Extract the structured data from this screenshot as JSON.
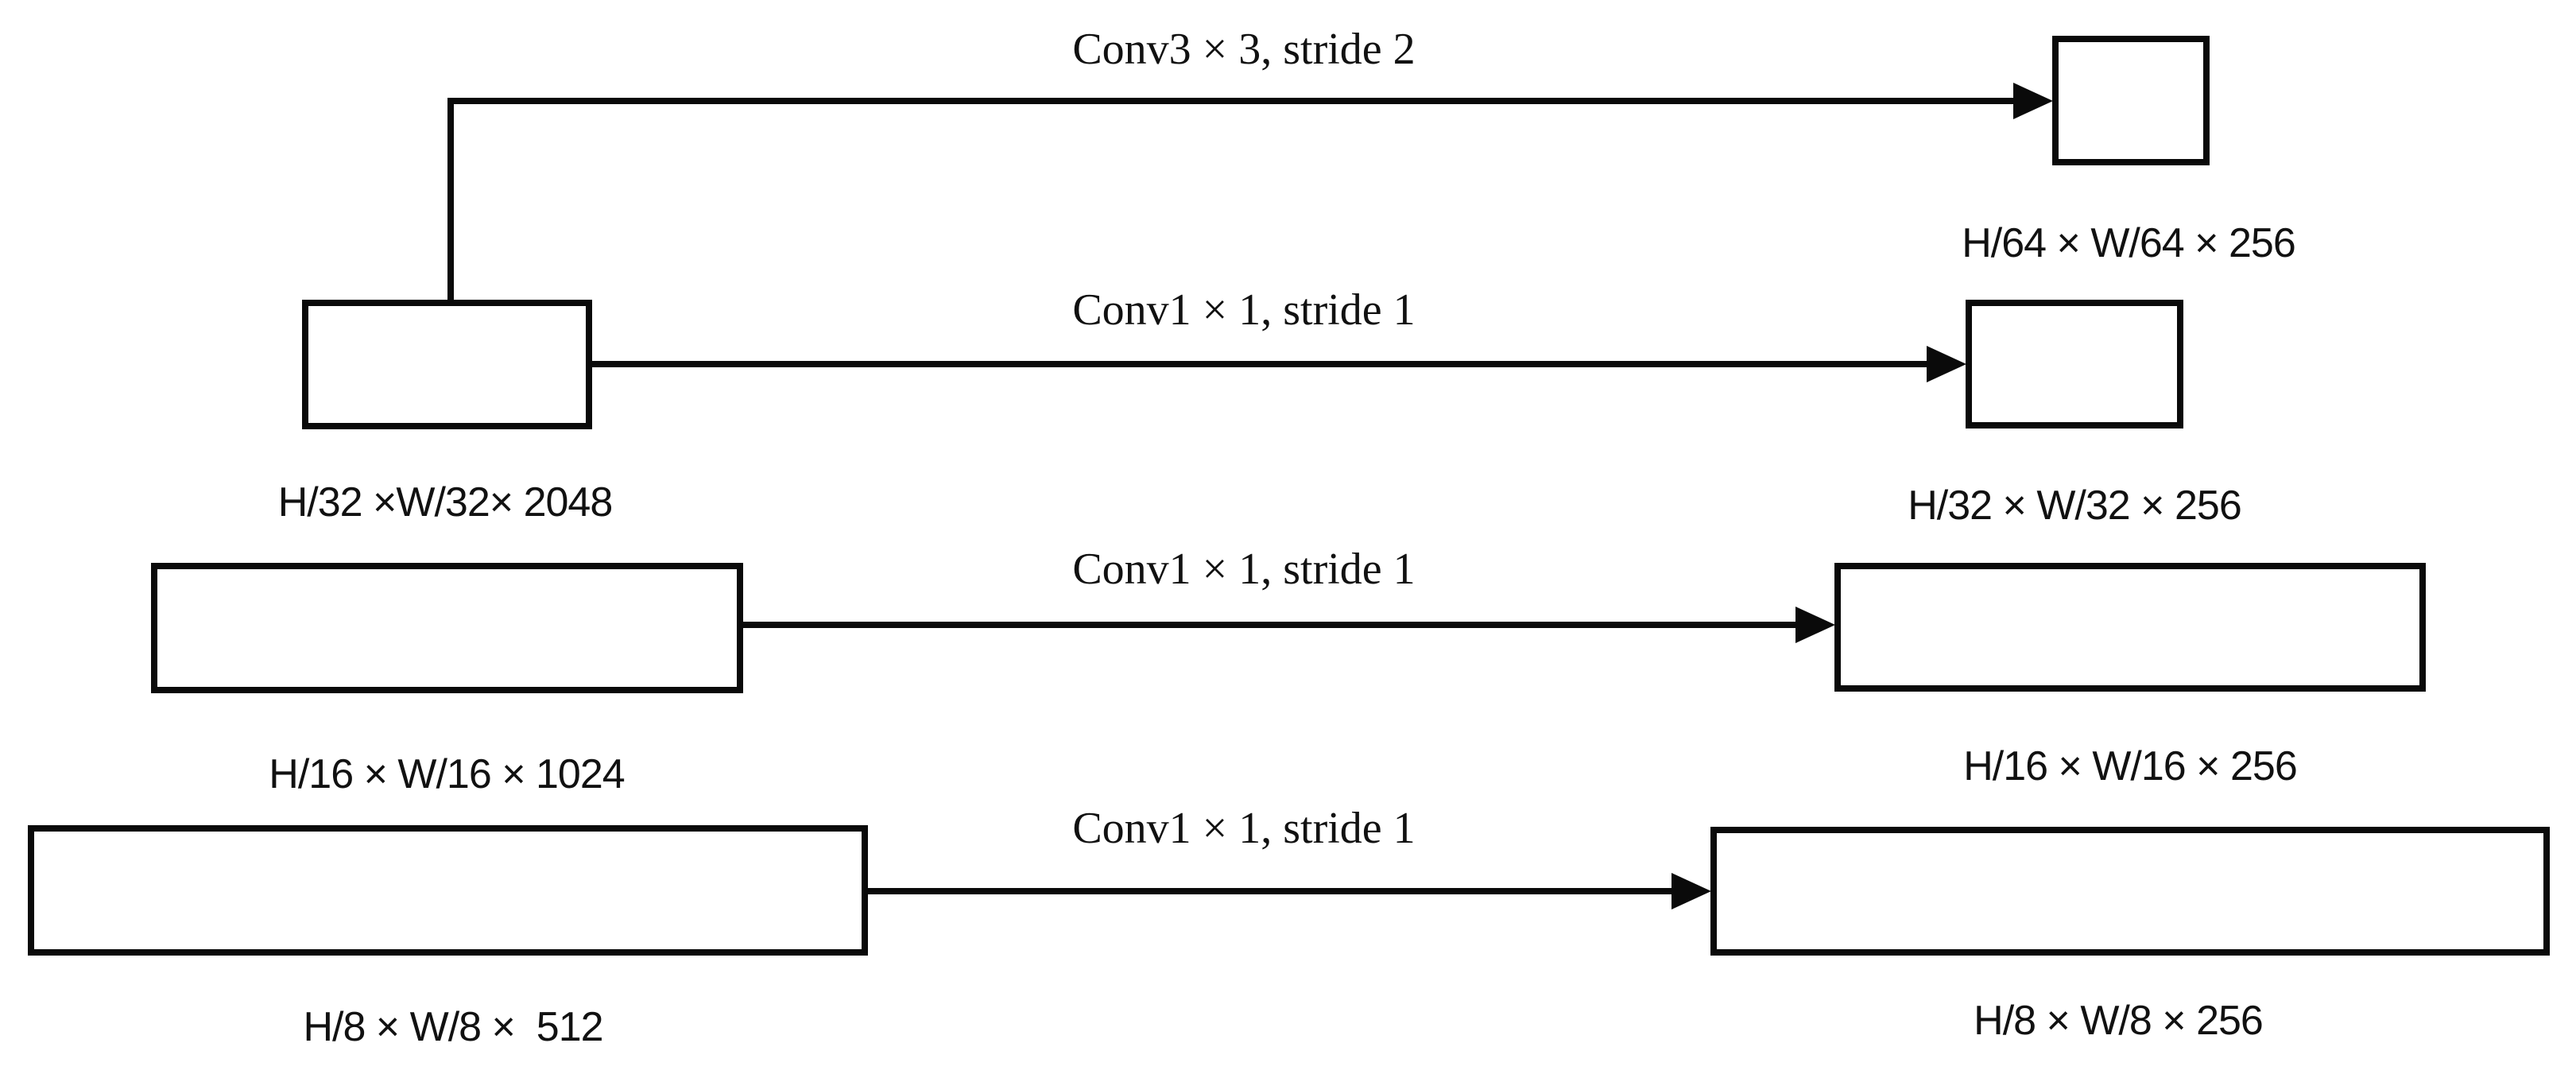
{
  "diagram": {
    "description": "Lateral connection diagram: backbone feature maps converted by convolutions to 256-channel maps",
    "ink_color": "#0a0a0a",
    "background_color": "#ffffff",
    "rows": [
      {
        "id": "row-h64",
        "conv_label": "Conv3 × 3, stride 2",
        "output_label": "H/64 × W/64 × 256"
      },
      {
        "id": "row-h32",
        "conv_label": "Conv1 × 1, stride 1",
        "input_label": "H/32 ×W/32× 2048",
        "output_label": "H/32 × W/32 × 256"
      },
      {
        "id": "row-h16",
        "conv_label": "Conv1 × 1, stride 1",
        "input_label": "H/16 × W/16 × 1024",
        "output_label": "H/16 × W/16 × 256"
      },
      {
        "id": "row-h8",
        "conv_label": "Conv1 × 1, stride 1",
        "input_label": "H/8 × W/8 ×  512",
        "output_label": "H/8 × W/8 × 256"
      }
    ]
  }
}
